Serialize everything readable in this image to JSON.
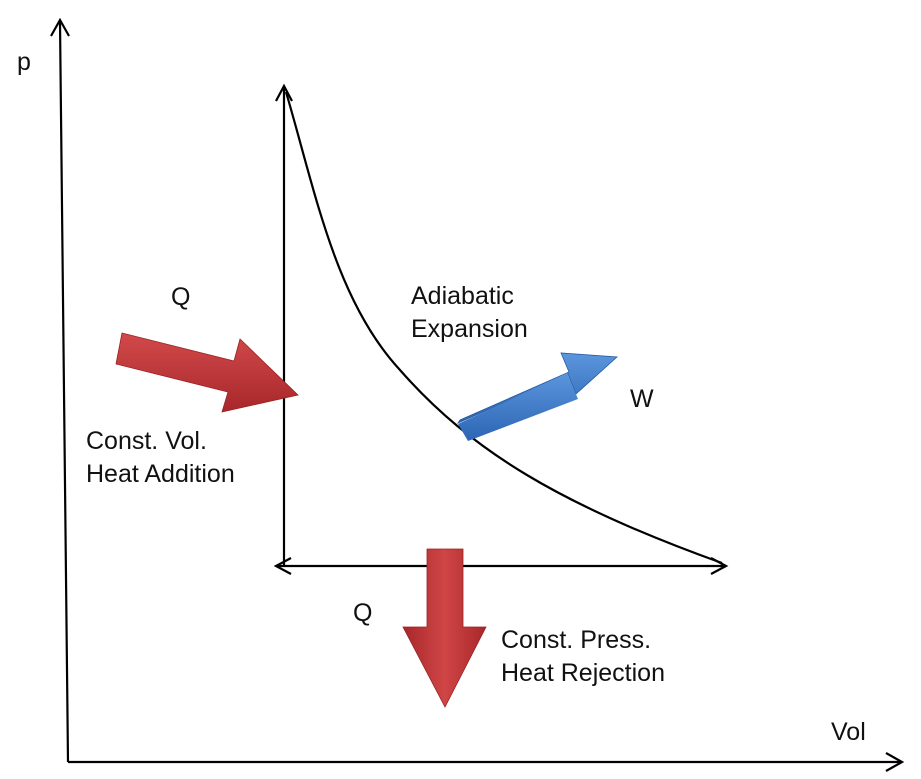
{
  "axes": {
    "y_label": "p",
    "x_label": "Vol"
  },
  "labels": {
    "heat_in_symbol": "Q",
    "heat_addition_line1": "Const. Vol.",
    "heat_addition_line2": "Heat Addition",
    "expansion_line1": "Adiabatic",
    "expansion_line2": "Expansion",
    "work_symbol": "W",
    "heat_out_symbol": "Q",
    "heat_rejection_line1": "Const. Press.",
    "heat_rejection_line2": "Heat Rejection"
  },
  "colors": {
    "heat_arrow": "#c0393b",
    "work_arrow": "#3f7fcf",
    "line": "#000000"
  },
  "icons": {
    "heat_in": "arrow-right-icon",
    "heat_out": "arrow-down-icon",
    "work_out": "arrow-up-right-icon"
  }
}
